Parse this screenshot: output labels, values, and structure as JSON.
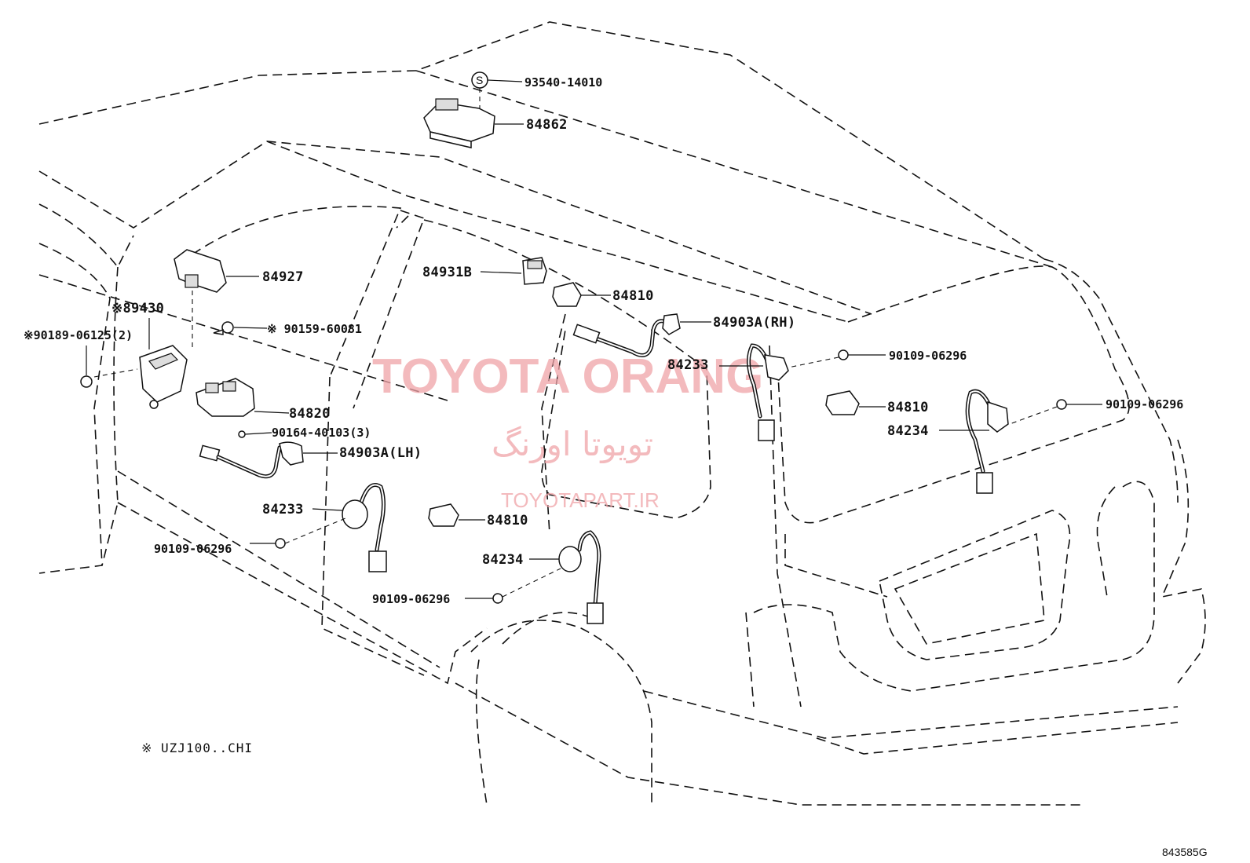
{
  "diagram": {
    "labels": {
      "p93540": "93540-14010",
      "p84862": "84862",
      "p84927": "84927",
      "p89430": "※89430",
      "p90189": "※90189-06125(2)",
      "p90159": "※ 90159-60081",
      "p84931b": "84931B",
      "p84810_top": "84810",
      "p84903a_rh": "84903A(RH)",
      "p84233_right": "84233",
      "p90109_right_a": "90109-06296",
      "p84810_right": "84810",
      "p90109_right_b": "90109-06296",
      "p84234_right": "84234",
      "p84820": "84820",
      "p90164": "90164-40103(3)",
      "p84903a_lh": "84903A(LH)",
      "p84233_left": "84233",
      "p84810_mid": "84810",
      "p90109_left": "90109-06296",
      "p84234_mid": "84234",
      "p90109_bottom": "90109-06296",
      "s_mark": "S"
    },
    "footnote": "※  UZJ100..CHI",
    "figure_code": "843585G",
    "watermark": {
      "title": "TOYOTA ORANG",
      "persian": "تویوتا اورنگ",
      "url": "TOYOTAPART.IR"
    }
  }
}
